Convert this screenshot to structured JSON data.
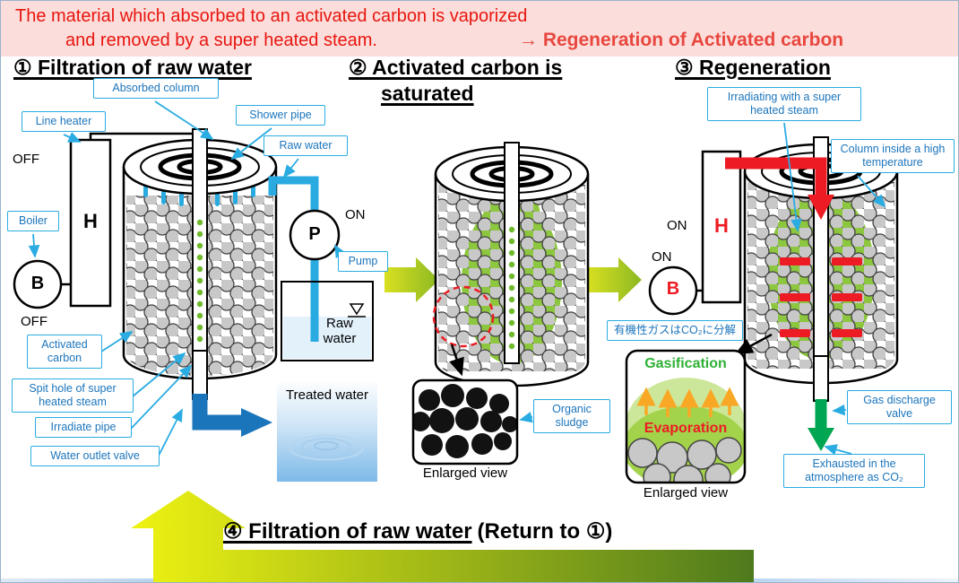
{
  "banner": {
    "line1": "The material which absorbed to an activated carbon is vaporized",
    "line2": "and removed by a super heated steam.",
    "highlight": "→ Regeneration of Activated carbon"
  },
  "sections": {
    "step1": "① Filtration of raw water",
    "step2_line1": "② Activated carbon is",
    "step2_line2": "saturated",
    "step3": "③ Regeneration",
    "step4_main": "④ Filtration of raw water",
    "step4_suffix": "(Return to ①)"
  },
  "panel1": {
    "labels": {
      "absorbed_column": "Absorbed column",
      "line_heater": "Line heater",
      "shower_pipe": "Shower pipe",
      "raw_water": "Raw water",
      "boiler": "Boiler",
      "pump": "Pump",
      "activated_carbon": "Activated carbon",
      "spit_hole": "Spit hole of super heated steam",
      "irradiate_pipe": "Irradiate pipe",
      "water_outlet_valve": "Water outlet valve"
    },
    "heater_letter": "H",
    "boiler_letter": "B",
    "pump_letter": "P",
    "heater_state": "OFF",
    "boiler_state": "OFF",
    "pump_state": "ON",
    "raw_water_tank_label": "Raw water",
    "treated_water_label": "Treated water"
  },
  "panel2": {
    "labels": {
      "organic_sludge": "Organic sludge"
    },
    "enlarged_view": "Enlarged view"
  },
  "panel3": {
    "labels": {
      "irradiating": "Irradiating with a super heated steam",
      "column_inside": "Column inside a high temperature",
      "organic_gas_jp": "有機性ガスはCO₂に分解",
      "gas_discharge_valve": "Gas discharge valve",
      "exhausted": "Exhausted in the atmosphere as CO₂"
    },
    "heater_letter": "H",
    "boiler_letter": "B",
    "heater_state": "ON",
    "boiler_state": "ON",
    "gasification": "Gasification",
    "evaporation": "Evaporation",
    "enlarged_view": "Enlarged view"
  },
  "colors": {
    "label_blue": "#1c75bc",
    "accent_blue": "#29abe2",
    "pipe_blue_dark": "#1b75bb",
    "red": "#ed1c24",
    "carbon_gray": "#c8c8c8",
    "saturation_green": "#8dc63f",
    "gas_green": "#00a651",
    "arrow_yellow_green": "#d9e021",
    "banner_pink": "#fbdedb",
    "banner_red": "#e8150f"
  }
}
